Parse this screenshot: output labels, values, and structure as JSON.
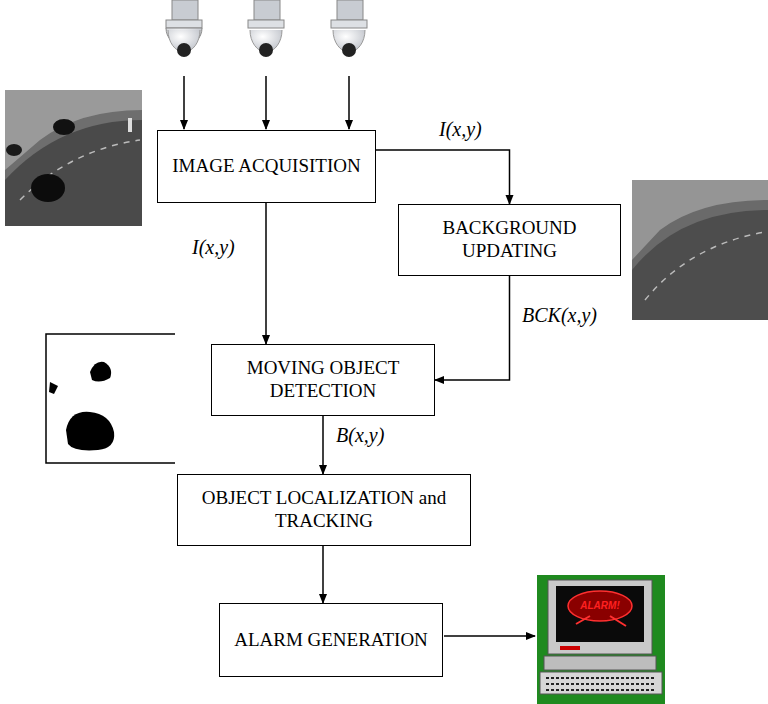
{
  "diagram": {
    "nodes": [
      {
        "text": [
          "IMAGE ACQUISITION"
        ]
      },
      {
        "text": [
          "BACKGROUND UPDATING"
        ]
      },
      {
        "text": [
          "MOVING OBJECT DETECTION"
        ]
      },
      {
        "text": [
          "OBJECT LOCALIZATION and TRACKING"
        ]
      },
      {
        "text": [
          "ALARM GENERATION"
        ]
      }
    ],
    "edges": [
      {
        "from": 0,
        "to": 1,
        "label": "I(x,y)",
        "arrow": "to"
      },
      {
        "from": 0,
        "to": 2,
        "label": "I(x,y)",
        "arrow": "to"
      },
      {
        "from": 1,
        "to": 2,
        "label": "BCK(x,y)",
        "arrow": "to"
      },
      {
        "from": 2,
        "to": 3,
        "label": "B(x,y)",
        "arrow": "to"
      },
      {
        "from": 3,
        "to": 4,
        "arrow": "to"
      }
    ],
    "labels": [
      "ALARM!"
    ]
  }
}
